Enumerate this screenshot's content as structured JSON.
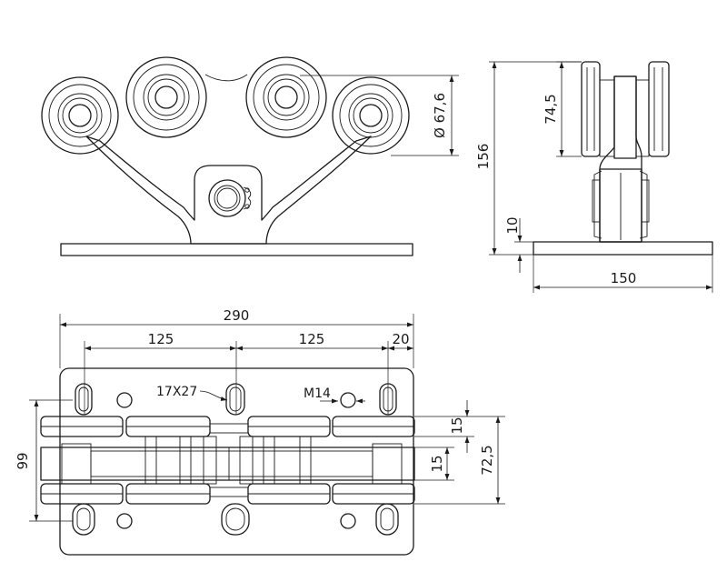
{
  "dimensions": {
    "wheel_diameter": "Ø 67,6",
    "side_total_height": "156",
    "side_wheel_span": "74,5",
    "base_thickness": "10",
    "base_width": "150",
    "total_length": "290",
    "pitch_left": "125",
    "pitch_right": "125",
    "end_offset": "20",
    "slot_size": "17X27",
    "thread": "M14",
    "plate_width": "99",
    "track_gap": "15",
    "flange_thickness": "15",
    "inner_width": "72,5"
  }
}
